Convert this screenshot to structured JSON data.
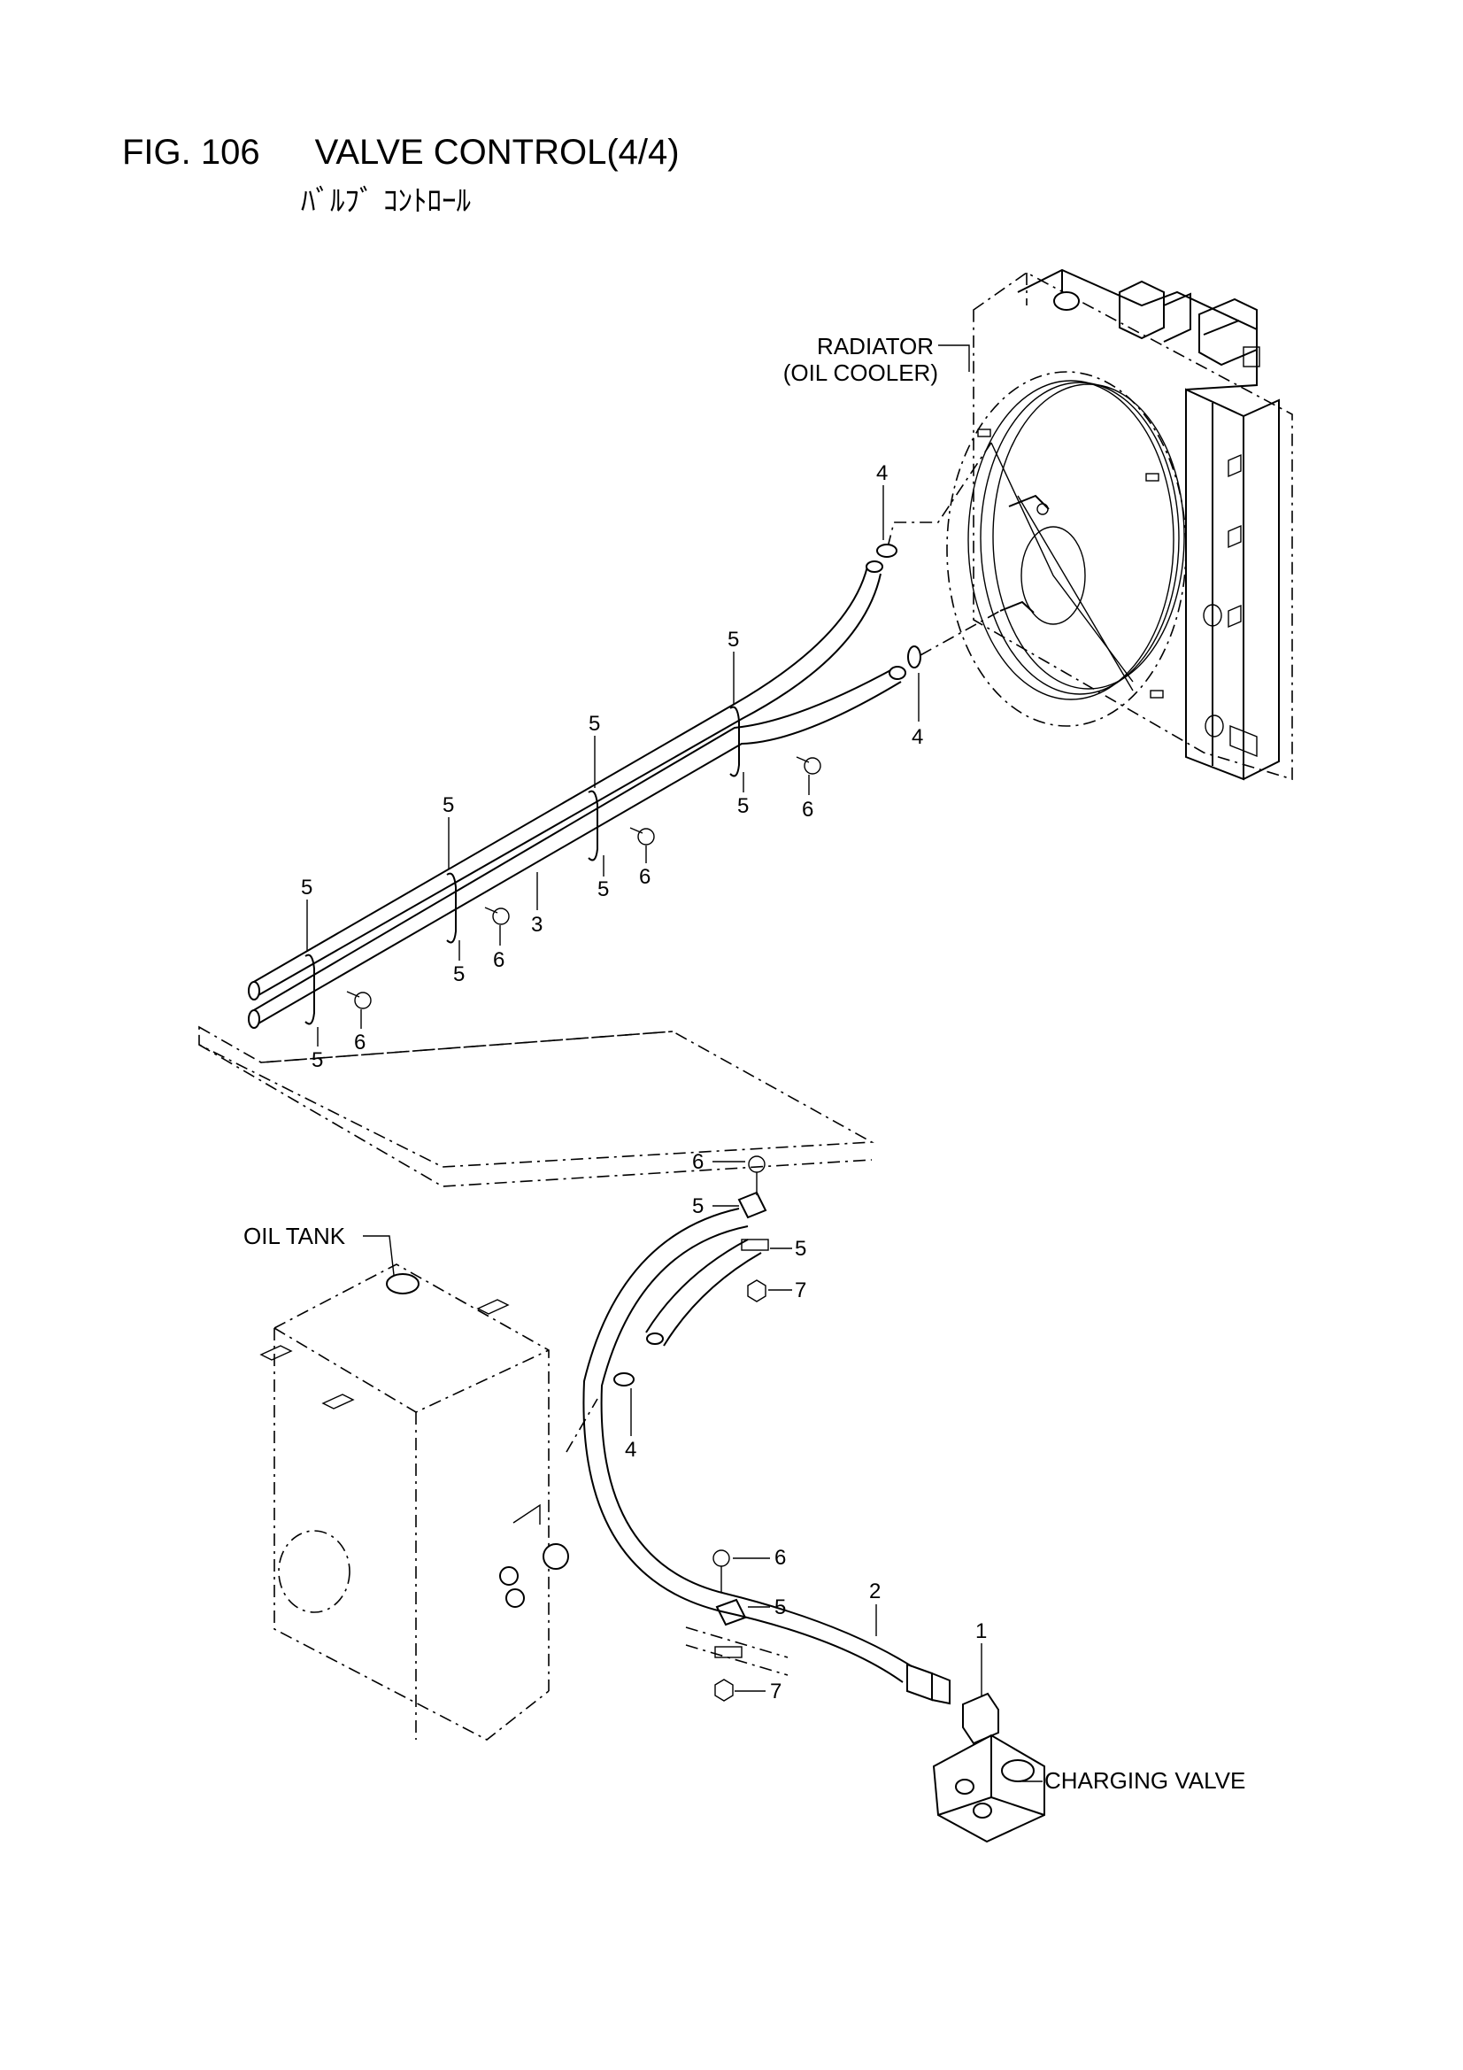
{
  "figure": {
    "number": "FIG. 106",
    "title": "VALVE CONTROL(4/4)",
    "subtitle_jp": "ﾊﾞﾙﾌﾞ ｺﾝﾄﾛｰﾙ"
  },
  "components": {
    "radiator_line1": "RADIATOR",
    "radiator_line2": "(OIL COOLER)",
    "oil_tank": "OIL TANK",
    "charging_valve": "CHARGING VALVE"
  },
  "callouts": {
    "c1": "1",
    "c2": "2",
    "c3": "3",
    "c4a": "4",
    "c4b": "4",
    "c4c": "4",
    "c5a": "5",
    "c5b": "5",
    "c5c": "5",
    "c5d": "5",
    "c5e": "5",
    "c5f": "5",
    "c5g": "5",
    "c5h": "5",
    "c5i": "5",
    "c5j": "5",
    "c5k": "5",
    "c6a": "6",
    "c6b": "6",
    "c6c": "6",
    "c6d": "6",
    "c6e": "6",
    "c6f": "6",
    "c7a": "7",
    "c7b": "7"
  }
}
